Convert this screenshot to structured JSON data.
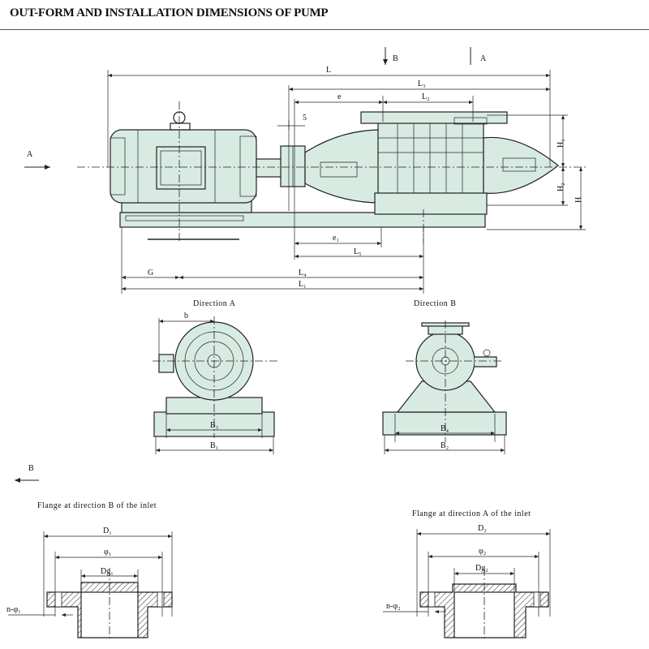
{
  "title": "OUT-FORM AND INSTALLATION DIMENSIONS OF PUMP",
  "side_view": {
    "dims": {
      "L": "L",
      "L3": "L₃",
      "L2": "L₂",
      "e": "e",
      "gap": "5",
      "H1": "H₁",
      "H2": "H₂",
      "H": "H",
      "e1": "e₁",
      "L5": "L₅",
      "G": "G",
      "L4": "L₄",
      "L1": "L₁"
    },
    "arrows": {
      "A_side": "A",
      "B_top": "B",
      "A_top": "A"
    }
  },
  "direction_a": {
    "caption": "Direction A",
    "dims": {
      "b": "b",
      "B3": "B₃",
      "B1": "B₁"
    }
  },
  "direction_b": {
    "caption": "Direction B",
    "dims": {
      "B4": "B₄",
      "B2": "B₂"
    }
  },
  "arrow_b": "B",
  "flange_b": {
    "caption": "Flange at direction B of the inlet",
    "dims": {
      "D": "D₁",
      "phi": "φ₁",
      "Dg": "Dg₁",
      "n": "n-φ₁"
    }
  },
  "flange_a": {
    "caption": "Flange at direction A of the inlet",
    "dims": {
      "D": "D₂",
      "phi": "φ₂",
      "Dg": "Dg₂",
      "n": "n-φ₂"
    }
  }
}
